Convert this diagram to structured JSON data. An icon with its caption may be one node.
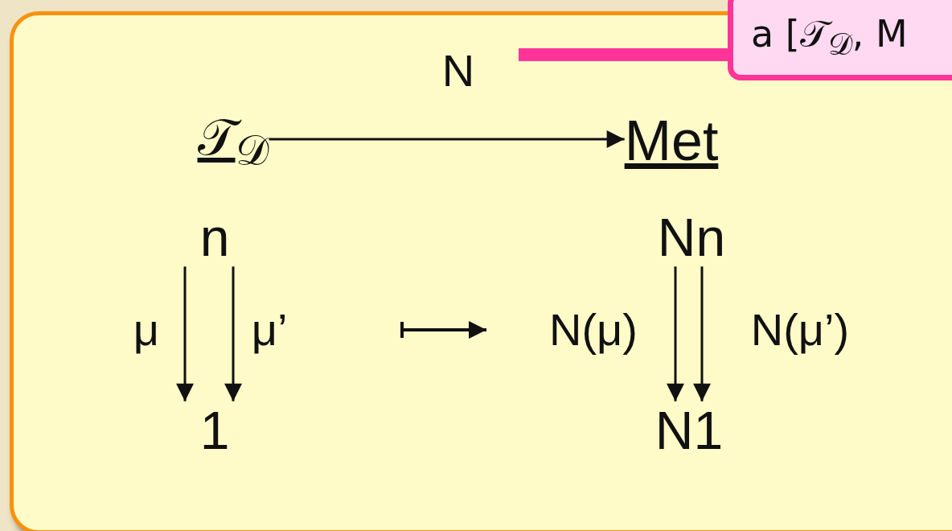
{
  "diagram": {
    "nodes": [
      {
        "text": [],
        "shape": "box"
      },
      {
        "text": [
          "𝒯$_{𝒟}$"
        ],
        "in": 0
      },
      {
        "text": [
          "Met"
        ],
        "in": 0
      },
      {
        "text": [
          "n"
        ],
        "in": 0
      },
      {
        "text": [
          "1"
        ],
        "in": 0
      },
      {
        "text": [
          "Nn"
        ],
        "in": 0
      },
      {
        "text": [
          "N1"
        ],
        "in": 0
      },
      {
        "text": [
          "a [𝒯$_{𝒟}$, M"
        ]
      }
    ],
    "edges": [
      {
        "from": 1,
        "to": 2,
        "arrow": "to",
        "label": "N"
      },
      {
        "from": 3,
        "to": 4,
        "arrow": "to",
        "label": "μ"
      },
      {
        "from": 3,
        "to": 4,
        "arrow": "to",
        "label": "μ’"
      },
      {
        "from": 5,
        "to": 6,
        "arrow": "to",
        "label": "N(μ)"
      },
      {
        "from": 5,
        "to": 6,
        "arrow": "to",
        "label": "N(μ’)"
      },
      {
        "from": 7,
        "to": null,
        "arrow": "none",
        "style": "thick",
        "color": "#ff3399"
      }
    ]
  }
}
